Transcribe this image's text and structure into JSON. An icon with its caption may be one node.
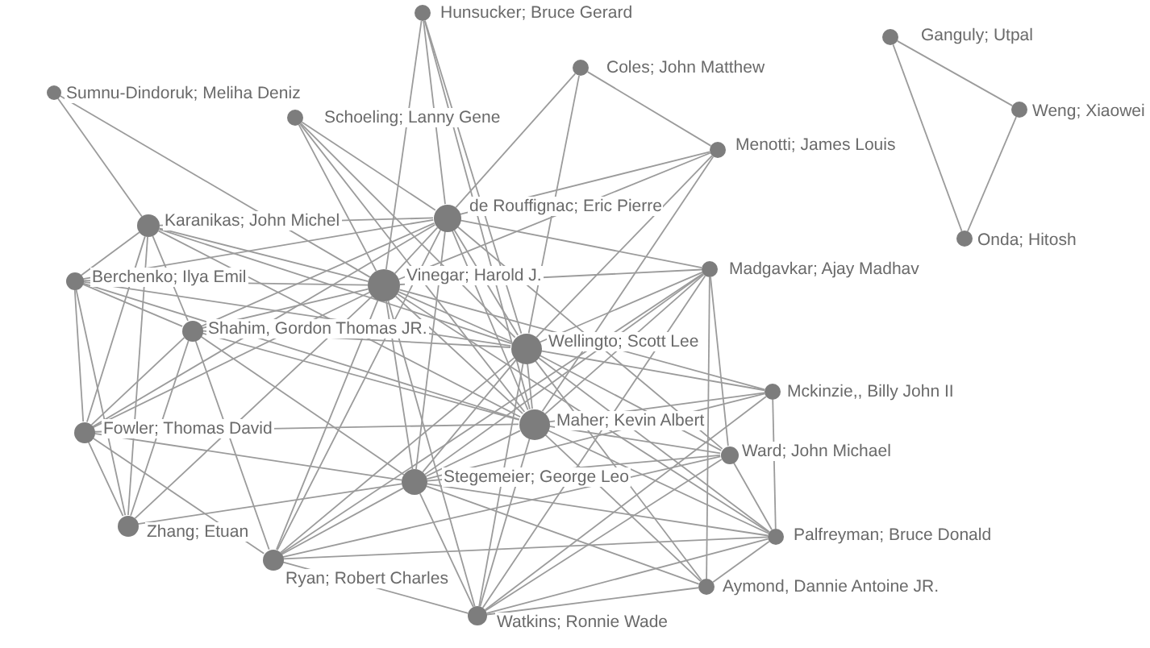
{
  "diagram": {
    "nodes": [
      {
        "text": [],
        "shape": "circle",
        "beside": [
          "Hunsucker; Bruce Gerard"
        ]
      },
      {
        "text": [],
        "shape": "circle",
        "beside": [
          "Coles; John Matthew"
        ]
      },
      {
        "text": [],
        "shape": "circle",
        "beside": [
          "Ganguly; Utpal"
        ]
      },
      {
        "text": [],
        "shape": "circle",
        "beside": [
          "Sumnu-Dindoruk; Meliha Deniz"
        ]
      },
      {
        "text": [],
        "shape": "circle",
        "beside": [
          "Schoeling; Lanny Gene"
        ]
      },
      {
        "text": [],
        "shape": "circle",
        "beside": [
          "Weng; Xiaowei"
        ]
      },
      {
        "text": [],
        "shape": "circle",
        "beside": [
          "Menotti; James Louis"
        ]
      },
      {
        "text": [],
        "shape": "circle",
        "beside": [
          "Karanikas; John Michel"
        ]
      },
      {
        "text": [],
        "shape": "circle",
        "beside": [
          "de Rouffignac; Eric Pierre"
        ]
      },
      {
        "text": [],
        "shape": "circle",
        "beside": [
          "Onda; Hitosh"
        ]
      },
      {
        "text": [],
        "shape": "circle",
        "beside": [
          "Berchenko; Ilya Emil"
        ]
      },
      {
        "text": [],
        "shape": "circle",
        "beside": [
          "Vinegar; Harold J."
        ]
      },
      {
        "text": [],
        "shape": "circle",
        "beside": [
          "Madgavkar; Ajay Madhav"
        ]
      },
      {
        "text": [],
        "shape": "circle",
        "beside": [
          "Shahim, Gordon Thomas JR."
        ]
      },
      {
        "text": [],
        "shape": "circle",
        "beside": [
          "Wellingto; Scott Lee"
        ]
      },
      {
        "text": [],
        "shape": "circle",
        "beside": [
          "Mckinzie,, Billy John II"
        ]
      },
      {
        "text": [],
        "shape": "circle",
        "beside": [
          "Fowler; Thomas David"
        ]
      },
      {
        "text": [],
        "shape": "circle",
        "beside": [
          "Maher; Kevin Albert"
        ]
      },
      {
        "text": [],
        "shape": "circle",
        "beside": [
          "Ward; John Michael"
        ]
      },
      {
        "text": [],
        "shape": "circle",
        "beside": [
          "Stegemeier; George Leo"
        ]
      },
      {
        "text": [],
        "shape": "circle",
        "beside": [
          "Zhang; Etuan"
        ]
      },
      {
        "text": [],
        "shape": "circle",
        "beside": [
          "Palfreyman; Bruce Donald"
        ]
      },
      {
        "text": [],
        "shape": "circle",
        "beside": [
          "Ryan; Robert Charles"
        ]
      },
      {
        "text": [],
        "shape": "circle",
        "beside": [
          "Aymond, Dannie Antoine JR."
        ]
      },
      {
        "text": [],
        "shape": "circle",
        "beside": [
          "Watkins; Ronnie Wade"
        ]
      }
    ],
    "edges": [
      {
        "from": 2,
        "to": 5,
        "arrow": "none"
      },
      {
        "from": 2,
        "to": 9,
        "arrow": "none"
      },
      {
        "from": 5,
        "to": 9,
        "arrow": "none"
      },
      {
        "from": 0,
        "to": 8,
        "arrow": "none"
      },
      {
        "from": 0,
        "to": 11,
        "arrow": "none"
      },
      {
        "from": 0,
        "to": 14,
        "arrow": "none"
      },
      {
        "from": 0,
        "to": 17,
        "arrow": "none"
      },
      {
        "from": 1,
        "to": 6,
        "arrow": "none"
      },
      {
        "from": 1,
        "to": 8,
        "arrow": "none"
      },
      {
        "from": 1,
        "to": 14,
        "arrow": "none"
      },
      {
        "from": 3,
        "to": 7,
        "arrow": "none"
      },
      {
        "from": 3,
        "to": 11,
        "arrow": "none"
      },
      {
        "from": 4,
        "to": 8,
        "arrow": "none"
      },
      {
        "from": 4,
        "to": 11,
        "arrow": "none"
      },
      {
        "from": 4,
        "to": 14,
        "arrow": "none"
      },
      {
        "from": 4,
        "to": 17,
        "arrow": "none"
      },
      {
        "from": 6,
        "to": 8,
        "arrow": "none"
      },
      {
        "from": 6,
        "to": 11,
        "arrow": "none"
      },
      {
        "from": 6,
        "to": 14,
        "arrow": "none"
      },
      {
        "from": 6,
        "to": 17,
        "arrow": "none"
      },
      {
        "from": 7,
        "to": 8,
        "arrow": "none"
      },
      {
        "from": 7,
        "to": 10,
        "arrow": "none"
      },
      {
        "from": 7,
        "to": 11,
        "arrow": "none"
      },
      {
        "from": 7,
        "to": 13,
        "arrow": "none"
      },
      {
        "from": 7,
        "to": 14,
        "arrow": "none"
      },
      {
        "from": 7,
        "to": 16,
        "arrow": "none"
      },
      {
        "from": 7,
        "to": 17,
        "arrow": "none"
      },
      {
        "from": 7,
        "to": 20,
        "arrow": "none"
      },
      {
        "from": 8,
        "to": 10,
        "arrow": "none"
      },
      {
        "from": 8,
        "to": 11,
        "arrow": "none"
      },
      {
        "from": 8,
        "to": 12,
        "arrow": "none"
      },
      {
        "from": 8,
        "to": 13,
        "arrow": "none"
      },
      {
        "from": 8,
        "to": 14,
        "arrow": "none"
      },
      {
        "from": 8,
        "to": 16,
        "arrow": "none"
      },
      {
        "from": 8,
        "to": 17,
        "arrow": "none"
      },
      {
        "from": 8,
        "to": 19,
        "arrow": "none"
      },
      {
        "from": 8,
        "to": 22,
        "arrow": "none"
      },
      {
        "from": 10,
        "to": 11,
        "arrow": "none"
      },
      {
        "from": 10,
        "to": 13,
        "arrow": "none"
      },
      {
        "from": 10,
        "to": 14,
        "arrow": "none"
      },
      {
        "from": 10,
        "to": 16,
        "arrow": "none"
      },
      {
        "from": 10,
        "to": 17,
        "arrow": "none"
      },
      {
        "from": 10,
        "to": 20,
        "arrow": "none"
      },
      {
        "from": 11,
        "to": 12,
        "arrow": "none"
      },
      {
        "from": 11,
        "to": 13,
        "arrow": "none"
      },
      {
        "from": 11,
        "to": 14,
        "arrow": "none"
      },
      {
        "from": 11,
        "to": 15,
        "arrow": "none"
      },
      {
        "from": 11,
        "to": 16,
        "arrow": "none"
      },
      {
        "from": 11,
        "to": 17,
        "arrow": "none"
      },
      {
        "from": 8,
        "to": 18,
        "arrow": "none"
      },
      {
        "from": 11,
        "to": 19,
        "arrow": "none"
      },
      {
        "from": 11,
        "to": 20,
        "arrow": "none"
      },
      {
        "from": 11,
        "to": 21,
        "arrow": "none"
      },
      {
        "from": 11,
        "to": 22,
        "arrow": "none"
      },
      {
        "from": 11,
        "to": 24,
        "arrow": "none"
      },
      {
        "from": 12,
        "to": 14,
        "arrow": "none"
      },
      {
        "from": 12,
        "to": 17,
        "arrow": "none"
      },
      {
        "from": 12,
        "to": 18,
        "arrow": "none"
      },
      {
        "from": 12,
        "to": 19,
        "arrow": "none"
      },
      {
        "from": 12,
        "to": 22,
        "arrow": "none"
      },
      {
        "from": 12,
        "to": 23,
        "arrow": "none"
      },
      {
        "from": 12,
        "to": 24,
        "arrow": "none"
      },
      {
        "from": 13,
        "to": 14,
        "arrow": "none"
      },
      {
        "from": 13,
        "to": 16,
        "arrow": "none"
      },
      {
        "from": 13,
        "to": 17,
        "arrow": "none"
      },
      {
        "from": 13,
        "to": 19,
        "arrow": "none"
      },
      {
        "from": 13,
        "to": 20,
        "arrow": "none"
      },
      {
        "from": 13,
        "to": 22,
        "arrow": "none"
      },
      {
        "from": 14,
        "to": 15,
        "arrow": "none"
      },
      {
        "from": 14,
        "to": 17,
        "arrow": "none"
      },
      {
        "from": 14,
        "to": 18,
        "arrow": "none"
      },
      {
        "from": 14,
        "to": 19,
        "arrow": "none"
      },
      {
        "from": 14,
        "to": 21,
        "arrow": "none"
      },
      {
        "from": 14,
        "to": 22,
        "arrow": "none"
      },
      {
        "from": 14,
        "to": 23,
        "arrow": "none"
      },
      {
        "from": 14,
        "to": 24,
        "arrow": "none"
      },
      {
        "from": 15,
        "to": 17,
        "arrow": "none"
      },
      {
        "from": 15,
        "to": 19,
        "arrow": "none"
      },
      {
        "from": 15,
        "to": 21,
        "arrow": "none"
      },
      {
        "from": 15,
        "to": 24,
        "arrow": "none"
      },
      {
        "from": 16,
        "to": 17,
        "arrow": "none"
      },
      {
        "from": 16,
        "to": 19,
        "arrow": "none"
      },
      {
        "from": 16,
        "to": 20,
        "arrow": "none"
      },
      {
        "from": 16,
        "to": 22,
        "arrow": "none"
      },
      {
        "from": 17,
        "to": 18,
        "arrow": "none"
      },
      {
        "from": 17,
        "to": 19,
        "arrow": "none"
      },
      {
        "from": 17,
        "to": 21,
        "arrow": "none"
      },
      {
        "from": 17,
        "to": 23,
        "arrow": "none"
      },
      {
        "from": 17,
        "to": 24,
        "arrow": "none"
      },
      {
        "from": 18,
        "to": 19,
        "arrow": "none"
      },
      {
        "from": 18,
        "to": 21,
        "arrow": "none"
      },
      {
        "from": 18,
        "to": 22,
        "arrow": "none"
      },
      {
        "from": 18,
        "to": 24,
        "arrow": "none"
      },
      {
        "from": 19,
        "to": 20,
        "arrow": "none"
      },
      {
        "from": 19,
        "to": 21,
        "arrow": "none"
      },
      {
        "from": 19,
        "to": 22,
        "arrow": "none"
      },
      {
        "from": 19,
        "to": 23,
        "arrow": "none"
      },
      {
        "from": 19,
        "to": 24,
        "arrow": "none"
      },
      {
        "from": 21,
        "to": 22,
        "arrow": "none"
      },
      {
        "from": 21,
        "to": 23,
        "arrow": "none"
      },
      {
        "from": 21,
        "to": 24,
        "arrow": "none"
      },
      {
        "from": 22,
        "to": 24,
        "arrow": "none"
      },
      {
        "from": 23,
        "to": 24,
        "arrow": "none"
      }
    ]
  }
}
